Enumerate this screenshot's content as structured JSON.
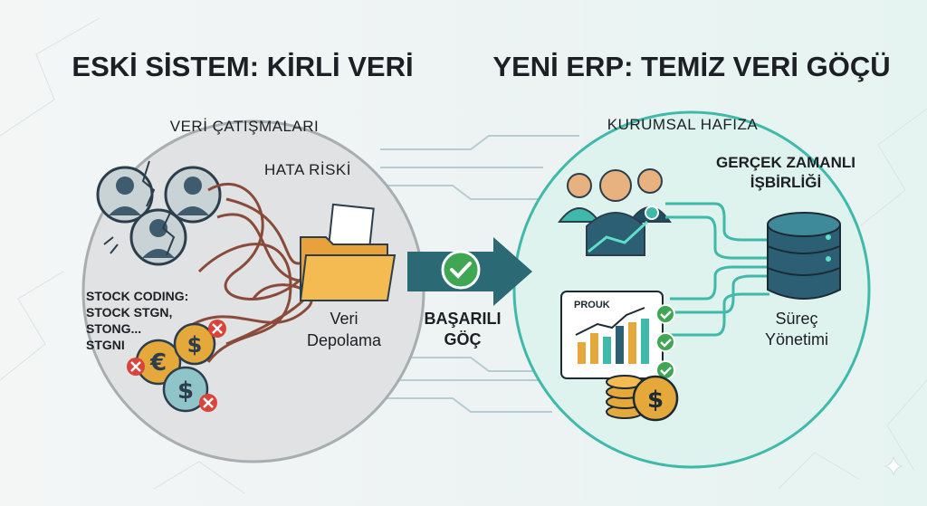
{
  "left": {
    "title": "ESKİ SİSTEM: KİRLİ VERİ",
    "conflicts_label": "VERİ ÇATIŞMALARI",
    "risk_label": "HATA RİSKİ",
    "stock_lines": [
      "STOCK CODING:",
      "STOCK STGN,",
      "STONG...",
      "STGNI"
    ],
    "storage_label_1": "Veri",
    "storage_label_2": "Depolama"
  },
  "middle": {
    "migration_1": "BAŞARILI",
    "migration_2": "GÖÇ"
  },
  "right": {
    "title": "YENİ ERP: TEMİZ VERİ GÖÇÜ",
    "memory_label": "KURUMSAL HAFIZA",
    "collab_1": "GERÇEK ZAMANLI",
    "collab_2": "İŞBİRLİĞİ",
    "report_label": "PROUK",
    "process_1": "Süreç",
    "process_2": "Yönetimi"
  },
  "colors": {
    "left_circle": "#e0e2e3",
    "right_circle": "#def2ee",
    "teal": "#3fb9aa",
    "navy": "#1f4e5f",
    "red_wire": "#8a4a3a",
    "gold": "#e5a93b",
    "error": "#d9433a",
    "success": "#3fa653"
  },
  "icons": [
    "broken-people-icon",
    "folder-icon",
    "coins-icon",
    "error-icon",
    "check-icon",
    "arrow-icon",
    "team-icon",
    "database-icon",
    "chart-icon",
    "dollar-icon"
  ]
}
